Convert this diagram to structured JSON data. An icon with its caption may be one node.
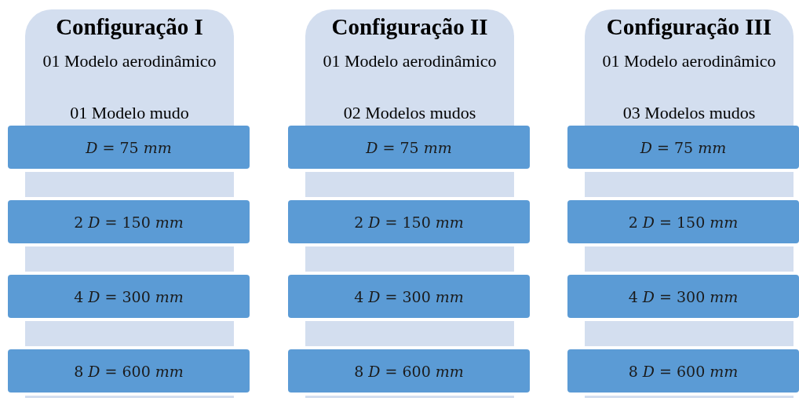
{
  "diagram": {
    "nodes": [
      {
        "text": [
          "Configuração I",
          "01 Modelo aerodinâmico",
          "01 Modelo mudo"
        ]
      },
      {
        "text": [
          "*D* = 75 *mm*"
        ]
      },
      {
        "text": [
          "2 *D* = 150 *mm*"
        ]
      },
      {
        "text": [
          "4 *D* = 300 *mm*"
        ]
      },
      {
        "text": [
          "8 *D* = 600 *mm*"
        ]
      },
      {
        "text": [
          "Configuração II",
          "01 Modelo aerodinâmico",
          "02 Modelos mudos"
        ]
      },
      {
        "text": [
          "*D* = 75 *mm*"
        ]
      },
      {
        "text": [
          "2 *D* = 150 *mm*"
        ]
      },
      {
        "text": [
          "4 *D* = 300 *mm*"
        ]
      },
      {
        "text": [
          "8 *D* = 600 *mm*"
        ]
      },
      {
        "text": [
          "Configuração III",
          "01 Modelo aerodinâmico",
          "03 Modelos mudos"
        ]
      },
      {
        "text": [
          "*D* = 75 *mm*"
        ]
      },
      {
        "text": [
          "2 *D* = 150 *mm*"
        ]
      },
      {
        "text": [
          "4 *D* = 300 *mm*"
        ]
      },
      {
        "text": [
          "8 *D* = 600 *mm*"
        ]
      }
    ]
  }
}
